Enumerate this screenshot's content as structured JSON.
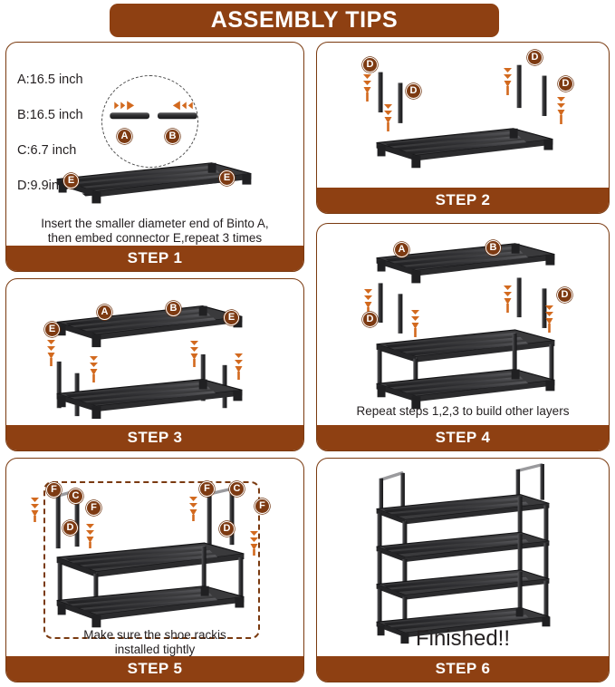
{
  "banner": {
    "title": "ASSEMBLY TIPS"
  },
  "colors": {
    "brand_brown": "#8e4012",
    "border_brown": "#7a3a10",
    "badge_brown": "#7d3a12",
    "arrow_orange": "#d2691e",
    "metal_dark": "#3a3a3c",
    "background": "#ffffff"
  },
  "dimensions": {
    "lines": [
      "A:16.5 inch",
      "B:16.5 inch",
      "C:6.7 inch",
      "D:9.9inch"
    ],
    "a": "A:16.5 inch",
    "b": "B:16.5 inch",
    "c": "C:6.7 inch",
    "d": "D:9.9inch"
  },
  "steps": [
    {
      "id": "step-1",
      "footer": "STEP 1",
      "caption_line1": "Insert the smaller diameter end of Binto A,",
      "caption_line2": "then embed connector E,repeat 3 times",
      "badges": [
        "A",
        "B",
        "E",
        "E"
      ]
    },
    {
      "id": "step-2",
      "footer": "STEP 2",
      "caption_line1": "",
      "caption_line2": "",
      "badges": [
        "D",
        "D",
        "D",
        "D"
      ]
    },
    {
      "id": "step-3",
      "footer": "STEP 3",
      "caption_line1": "",
      "caption_line2": "",
      "badges": [
        "E",
        "A",
        "B",
        "E"
      ]
    },
    {
      "id": "step-4",
      "footer": "STEP 4",
      "caption_line1": "Repeat steps 1,2,3 to build other layers",
      "caption_line2": "",
      "badges": [
        "A",
        "B",
        "D",
        "D"
      ]
    },
    {
      "id": "step-5",
      "footer": "STEP 5",
      "caption_line1": "Make sure the shoe rackis",
      "caption_line2": "installed tightly",
      "badges": [
        "F",
        "C",
        "F",
        "D",
        "F",
        "C",
        "F",
        "D"
      ]
    },
    {
      "id": "step-6",
      "footer": "STEP 6",
      "caption_line1": "Finished!!",
      "caption_line2": "",
      "badges": []
    }
  ],
  "labels": {
    "A": "A",
    "B": "B",
    "C": "C",
    "D": "D",
    "E": "E",
    "F": "F"
  }
}
